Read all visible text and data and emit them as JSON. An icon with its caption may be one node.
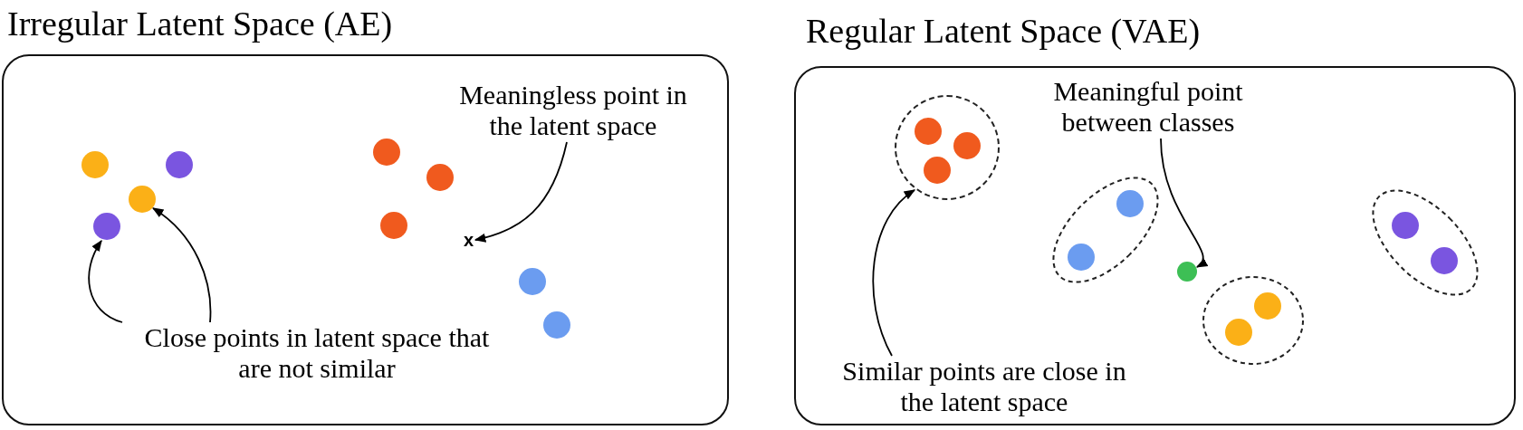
{
  "diagram": {
    "nodes": [
      {
        "text": [
          "Irregular Latent Space (AE)"
        ]
      },
      {
        "text": [
          "Meaningless point in the latent space"
        ],
        "in": 0
      },
      {
        "text": [
          "Close points in latent space that are not similar"
        ],
        "in": 0
      },
      {
        "text": [
          "x"
        ],
        "in": 0
      },
      {
        "text": [],
        "shape": "circle",
        "in": 0
      },
      {
        "text": [],
        "shape": "circle",
        "in": 0
      },
      {
        "text": [
          "Regular Latent Space (VAE)"
        ]
      },
      {
        "text": [
          "Meaningful point between classes"
        ],
        "in": 6
      },
      {
        "text": [
          "Similar points are close in the latent space"
        ],
        "in": 6
      },
      {
        "text": [],
        "shape": "ellipse",
        "in": 6
      },
      {
        "text": [],
        "shape": "circle",
        "in": 6
      }
    ],
    "edges": [
      {
        "from": 1,
        "to": 3,
        "arrow": "to"
      },
      {
        "from": 2,
        "to": 4,
        "arrow": "to"
      },
      {
        "from": 2,
        "to": 5,
        "arrow": "to"
      },
      {
        "from": 7,
        "to": 10,
        "arrow": "to"
      },
      {
        "from": 8,
        "to": 9,
        "arrow": "to"
      }
    ]
  }
}
